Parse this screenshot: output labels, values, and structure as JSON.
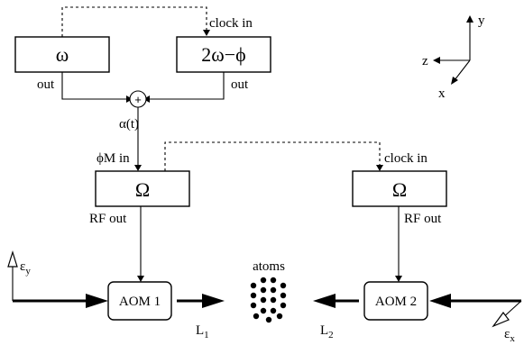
{
  "oscillators": {
    "omega": "ω",
    "two_omega_phi": "2ω−ϕ",
    "out_left": "out",
    "out_right": "out",
    "clock_in_top": "clock in"
  },
  "mixer": {
    "symbol": "+",
    "signal_label": "α(t)"
  },
  "rf_sources": {
    "left_label": "Ω",
    "right_label": "Ω",
    "phase_mod_in": "ϕM in",
    "clock_in": "clock in",
    "rf_out_left": "RF out",
    "rf_out_right": "RF out"
  },
  "aoms": {
    "aom1": "AOM 1",
    "aom2": "AOM 2"
  },
  "atoms": {
    "label": "atoms"
  },
  "beams": {
    "L1": {
      "letter": "L",
      "sub": "1"
    },
    "L2": {
      "letter": "L",
      "sub": "2"
    }
  },
  "polarizations": {
    "left": {
      "letter": "ε",
      "sub": "y"
    },
    "right": {
      "letter": "ε",
      "sub": "x"
    }
  },
  "axes": {
    "x": "x",
    "y": "y",
    "z": "z"
  }
}
